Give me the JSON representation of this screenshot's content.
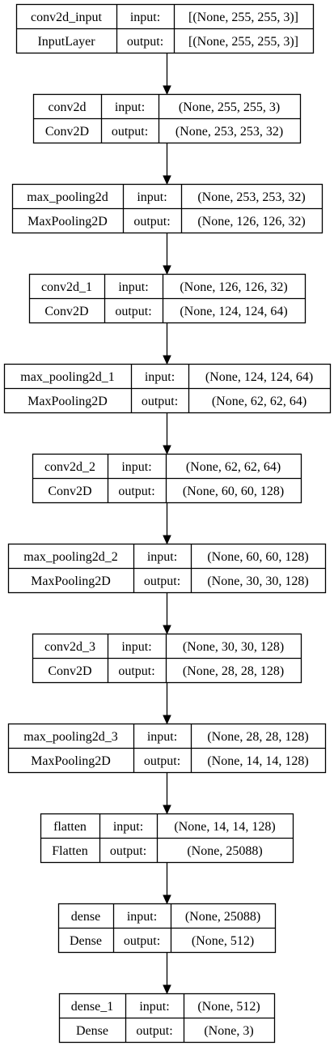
{
  "layers": [
    {
      "name": "conv2d_input",
      "type": "InputLayer",
      "input_label": "input:",
      "output_label": "output:",
      "input_shape": "[(None, 255, 255, 3)]",
      "output_shape": "[(None, 255, 255, 3)]"
    },
    {
      "name": "conv2d",
      "type": "Conv2D",
      "input_label": "input:",
      "output_label": "output:",
      "input_shape": "(None, 255, 255, 3)",
      "output_shape": "(None, 253, 253, 32)"
    },
    {
      "name": "max_pooling2d",
      "type": "MaxPooling2D",
      "input_label": "input:",
      "output_label": "output:",
      "input_shape": "(None, 253, 253, 32)",
      "output_shape": "(None, 126, 126, 32)"
    },
    {
      "name": "conv2d_1",
      "type": "Conv2D",
      "input_label": "input:",
      "output_label": "output:",
      "input_shape": "(None, 126, 126, 32)",
      "output_shape": "(None, 124, 124, 64)"
    },
    {
      "name": "max_pooling2d_1",
      "type": "MaxPooling2D",
      "input_label": "input:",
      "output_label": "output:",
      "input_shape": "(None, 124, 124, 64)",
      "output_shape": "(None, 62, 62, 64)"
    },
    {
      "name": "conv2d_2",
      "type": "Conv2D",
      "input_label": "input:",
      "output_label": "output:",
      "input_shape": "(None, 62, 62, 64)",
      "output_shape": "(None, 60, 60, 128)"
    },
    {
      "name": "max_pooling2d_2",
      "type": "MaxPooling2D",
      "input_label": "input:",
      "output_label": "output:",
      "input_shape": "(None, 60, 60, 128)",
      "output_shape": "(None, 30, 30, 128)"
    },
    {
      "name": "conv2d_3",
      "type": "Conv2D",
      "input_label": "input:",
      "output_label": "output:",
      "input_shape": "(None, 30, 30, 128)",
      "output_shape": "(None, 28, 28, 128)"
    },
    {
      "name": "max_pooling2d_3",
      "type": "MaxPooling2D",
      "input_label": "input:",
      "output_label": "output:",
      "input_shape": "(None, 28, 28, 128)",
      "output_shape": "(None, 14, 14, 128)"
    },
    {
      "name": "flatten",
      "type": "Flatten",
      "input_label": "input:",
      "output_label": "output:",
      "input_shape": "(None, 14, 14, 128)",
      "output_shape": "(None, 25088)"
    },
    {
      "name": "dense",
      "type": "Dense",
      "input_label": "input:",
      "output_label": "output:",
      "input_shape": "(None, 25088)",
      "output_shape": "(None, 512)"
    },
    {
      "name": "dense_1",
      "type": "Dense",
      "input_label": "input:",
      "output_label": "output:",
      "input_shape": "(None, 512)",
      "output_shape": "(None, 3)"
    }
  ],
  "colors": {
    "line": "#000000",
    "background": "#ffffff"
  }
}
